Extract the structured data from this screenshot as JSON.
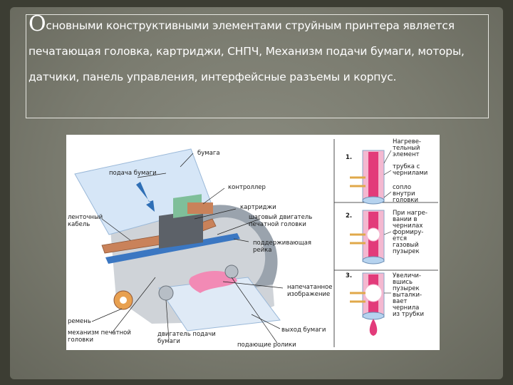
{
  "slide": {
    "intro_capital": "О",
    "intro_line1": "сновными конструктивными элементами струйным принтера является",
    "intro_line2": "печатающая головка, картриджи, СНПЧ, Механизм подачи бумаги, моторы,",
    "intro_line3": "датчики, панель управления, интерфейсные разъемы и корпус."
  },
  "diagram_left": {
    "paper": "бумага",
    "paper_feed": "подача бумаги",
    "controller": "контроллер",
    "cartridges": "картриджи",
    "ribbon_cable_1": "ленточный",
    "ribbon_cable_2": "кабель",
    "stepper_1": "шаговый двигатель",
    "stepper_2": "печатной головки",
    "support_rail_1": "поддерживающая",
    "support_rail_2": "рейка",
    "printed_image_1": "напечатанное",
    "printed_image_2": "изображение",
    "belt": "ремень",
    "head_mech_1": "механизм печатной",
    "head_mech_2": "головки",
    "feed_motor_1": "двигатель подачи",
    "feed_motor_2": "бумаги",
    "paper_exit": "выход бумаги",
    "feed_rollers": "подающие ролики"
  },
  "diagram_right": {
    "step1": "1.",
    "step2": "2.",
    "step3": "3.",
    "heater": [
      "Нагреве-",
      "тельный",
      "элемент"
    ],
    "ink_tube": [
      "трубка с",
      "чернилами"
    ],
    "nozzle": [
      "сопло",
      "внутри",
      "головки"
    ],
    "bubble_form": [
      "При нагре-",
      "вании в",
      "чернилах",
      "формиру-",
      "ется",
      "газовый",
      "пузырек"
    ],
    "bubble_push": [
      "Увеличи-",
      "вшись",
      "пузырек",
      "выталки-",
      "вает",
      "чернила",
      "из трубки"
    ]
  },
  "colors": {
    "ink": "#e23b7a",
    "pink_ink": "#f28ab5",
    "tube": "#b6d3ef",
    "paper": "#d6e6f7",
    "copper": "#c9825a"
  }
}
